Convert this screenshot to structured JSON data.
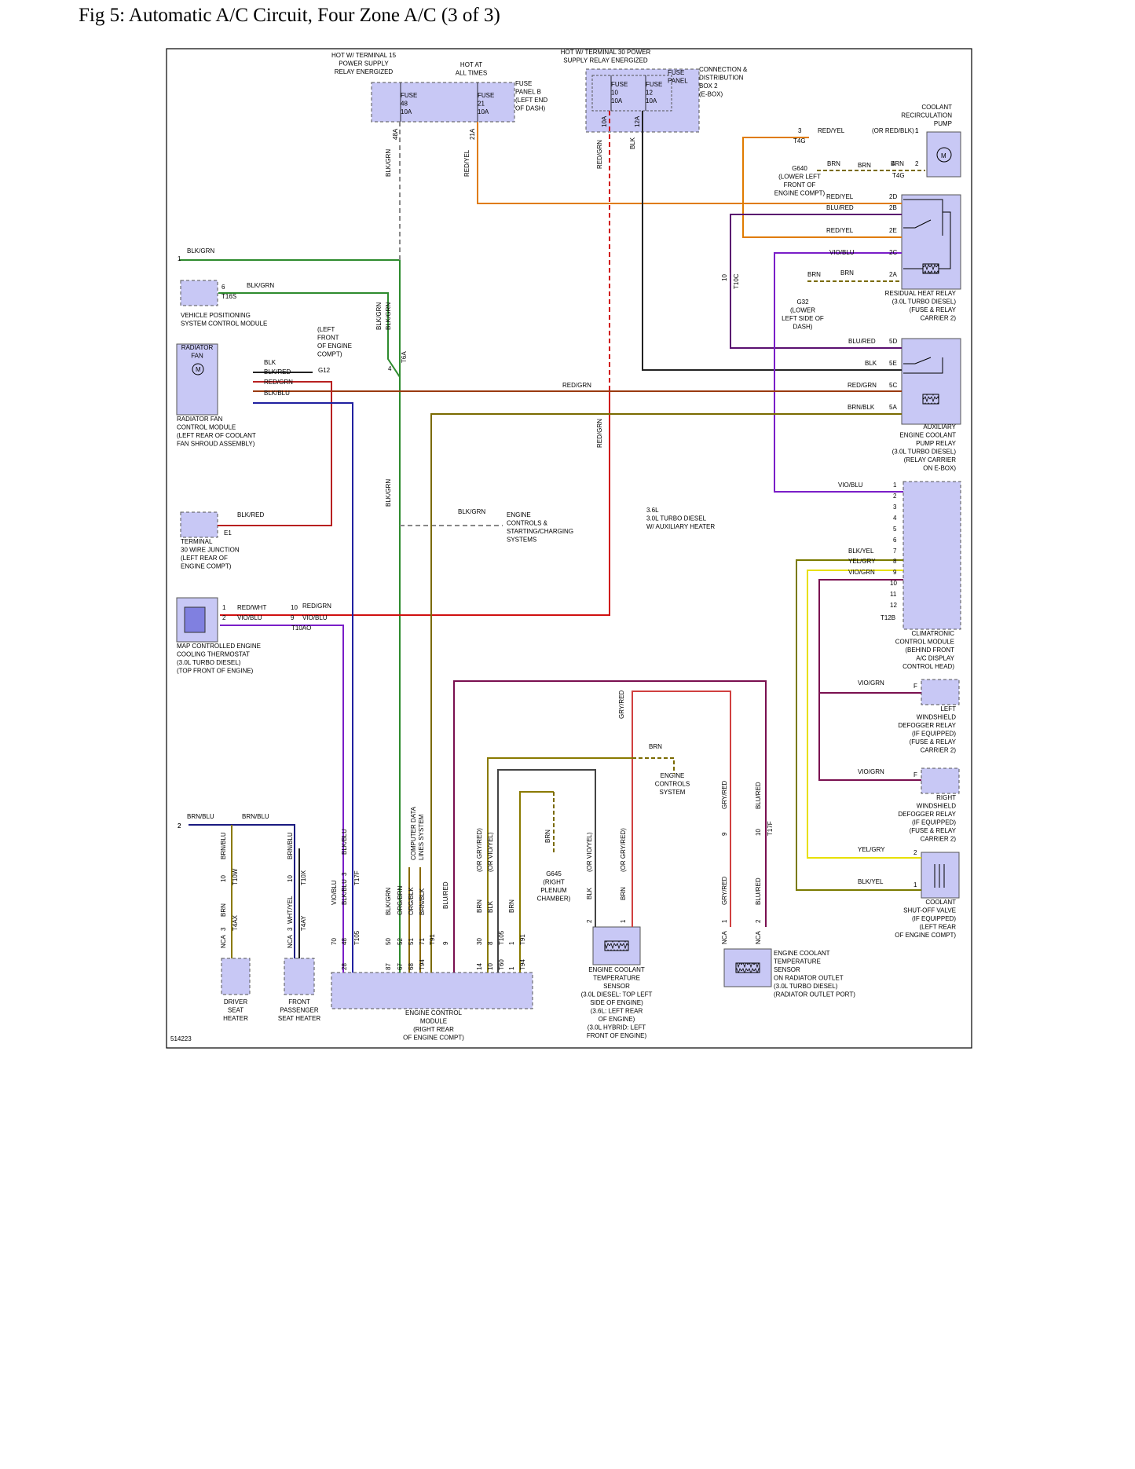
{
  "title": "Fig 5: Automatic A/C Circuit, Four Zone A/C (3 of 3)",
  "figure_id": "514223",
  "colors": {
    "green": "#2e8b2e",
    "gray": "#707070",
    "orange": "#e07b00",
    "red": "#d01010",
    "redgrn": "#9a3a10",
    "blue": "#2020a0",
    "violet": "#7a1ec8",
    "olive": "#8a7a00",
    "yellow": "#e8e000",
    "black": "#222222",
    "component": "#c8c8f5",
    "brown": "#7a4a10"
  },
  "labels": {
    "hot15": [
      "HOT W/ TERMINAL 15",
      "POWER SUPPLY",
      "RELAY ENERGIZED"
    ],
    "hotat": [
      "HOT AT",
      "ALL TIMES"
    ],
    "hot30": [
      "HOT W/ TERMINAL 30 POWER",
      "SUPPLY RELAY ENERGIZED"
    ],
    "fusepanelb": [
      "FUSE",
      "PANEL B",
      "(LEFT END",
      "OF DASH)"
    ],
    "fuse48": [
      "FUSE",
      "48",
      "10A"
    ],
    "fuse21": [
      "FUSE",
      "21",
      "10A"
    ],
    "fuse10": [
      "FUSE",
      "10",
      "10A"
    ],
    "fuse12": [
      "FUSE",
      "12",
      "10A"
    ],
    "fusepanel": [
      "FUSE",
      "PANEL"
    ],
    "ebox": [
      "CONNECTION &",
      "DISTRIBUTION",
      "BOX 2",
      "(E-BOX)"
    ],
    "coolantpump": [
      "COOLANT",
      "RECIRCULATION",
      "PUMP"
    ],
    "g640": [
      "G640",
      "(LOWER LEFT",
      "FRONT OF",
      "ENGINE COMPT)"
    ],
    "residual": [
      "RESIDUAL HEAT RELAY",
      "(3.0L TURBO DIESEL)",
      "(FUSE & RELAY",
      "CARRIER 2)"
    ],
    "g32": [
      "G32",
      "(LOWER",
      "LEFT SIDE OF",
      "DASH)"
    ],
    "vpscm": [
      "VEHICLE POSITIONING",
      "SYSTEM CONTROL MODULE"
    ],
    "leftfront": [
      "(LEFT",
      "FRONT",
      "OF ENGINE",
      "COMPT)"
    ],
    "radfanbox": [
      "RADIATOR",
      "FAN"
    ],
    "radfan": [
      "RADIATOR FAN",
      "CONTROL MODULE",
      "(LEFT REAR OF COOLANT",
      "FAN SHROUD ASSEMBLY)"
    ],
    "aux": [
      "AUXILIARY",
      "ENGINE COOLANT",
      "PUMP RELAY",
      "(3.0L TURBO DIESEL)",
      "(RELAY CARRIER",
      "ON E-BOX)"
    ],
    "terminal30": [
      "TERMINAL",
      "30 WIRE JUNCTION",
      "(LEFT REAR OF",
      "ENGINE COMPT)"
    ],
    "enginecontrols1": [
      "ENGINE",
      "CONTROLS &",
      "STARTING/CHARGING",
      "SYSTEMS"
    ],
    "notes": [
      "3.6L",
      "3.0L TURBO DIESEL",
      "W/ AUXILIARY HEATER"
    ],
    "climatronic": [
      "CLIMATRONIC",
      "CONTROL MODULE",
      "(BEHIND FRONT",
      "A/C DISPLAY",
      "CONTROL HEAD)"
    ],
    "mapthermo": [
      "MAP CONTROLLED ENGINE",
      "COOLING THERMOSTAT",
      "(3.0L TURBO DIESEL)",
      "(TOP FRONT OF ENGINE)"
    ],
    "leftdefog": [
      "LEFT",
      "WINDSHIELD",
      "DEFOGGER RELAY",
      "(IF EQUIPPED)",
      "(FUSE & RELAY",
      "CARRIER 2)"
    ],
    "rightdefog": [
      "RIGHT",
      "WINDSHIELD",
      "DEFOGGER RELAY",
      "(IF EQUIPPED)",
      "(FUSE & RELAY",
      "CARRIER 2)"
    ],
    "enginecontrols2": [
      "ENGINE",
      "CONTROLS",
      "SYSTEM"
    ],
    "cdl": [
      "COMPUTER DATA",
      "LINES SYSTEM"
    ],
    "g645": [
      "G645",
      "(RIGHT",
      "PLENUM",
      "CHAMBER)"
    ],
    "shutoff": [
      "COOLANT",
      "SHUT-OFF VALVE",
      "(IF EQUIPPED)",
      "(LEFT REAR",
      "OF ENGINE COMPT)"
    ],
    "ects": [
      "ENGINE COOLANT",
      "TEMPERATURE",
      "SENSOR",
      "(3.0L DIESEL: TOP LEFT",
      "SIDE OF ENGINE)",
      "(3.6L: LEFT REAR",
      "OF ENGINE)",
      "(3.0L HYBRID: LEFT",
      "FRONT OF ENGINE)"
    ],
    "ectsrad": [
      "ENGINE COOLANT",
      "TEMPERATURE",
      "SENSOR",
      "ON RADIATOR OUTLET",
      "(3.0L TURBO DIESEL)",
      "(RADIATOR OUTLET PORT)"
    ],
    "driverseat": [
      "DRIVER",
      "SEAT",
      "HEATER"
    ],
    "passseat": [
      "FRONT",
      "PASSENGER",
      "SEAT HEATER"
    ],
    "ecm": [
      "ENGINE CONTROL",
      "MODULE",
      "(RIGHT REAR",
      "OF ENGINE COMPT)"
    ]
  },
  "wire_labels": [
    {
      "id": "w1",
      "text": "BLK/GRN"
    },
    {
      "id": "w2",
      "text": "BLK/GRN"
    },
    {
      "id": "w3",
      "text": "RED/YEL"
    },
    {
      "id": "w4",
      "text": "RED/GRN"
    },
    {
      "id": "w5",
      "text": "BLK"
    },
    {
      "id": "w6",
      "text": "RED/YEL"
    },
    {
      "id": "w7",
      "text": "(OR RED/BLK)"
    },
    {
      "id": "w8",
      "text": "BRN"
    },
    {
      "id": "w9",
      "text": "BRN"
    },
    {
      "id": "w10",
      "text": "BRN"
    },
    {
      "id": "w11",
      "text": "RED/YEL"
    },
    {
      "id": "w12",
      "text": "BLU/RED"
    },
    {
      "id": "w13",
      "text": "RED/YEL"
    },
    {
      "id": "w14",
      "text": "VIO/BLU"
    },
    {
      "id": "w15",
      "text": "BRN"
    },
    {
      "id": "w16",
      "text": "BRN"
    },
    {
      "id": "w17",
      "text": "BLK/GRN"
    },
    {
      "id": "w18",
      "text": "BLK/GRN"
    },
    {
      "id": "w19",
      "text": "BLK/GRN"
    },
    {
      "id": "w20",
      "text": "BLK/GRN"
    },
    {
      "id": "w21",
      "text": "BLK"
    },
    {
      "id": "w22",
      "text": "BLK/RED"
    },
    {
      "id": "w23",
      "text": "RED/GRN"
    },
    {
      "id": "w24",
      "text": "BLK/BLU"
    },
    {
      "id": "w25",
      "text": "RED/GRN"
    },
    {
      "id": "w26",
      "text": "BLU/RED"
    },
    {
      "id": "w27",
      "text": "BLK"
    },
    {
      "id": "w28",
      "text": "RED/GRN"
    },
    {
      "id": "w29",
      "text": "BRN/BLK"
    },
    {
      "id": "w30",
      "text": "VIO/BLU"
    },
    {
      "id": "w31",
      "text": "BLK/GRN"
    },
    {
      "id": "w32",
      "text": "BLK/RED"
    },
    {
      "id": "w33",
      "text": "BLK/GRN"
    },
    {
      "id": "w34",
      "text": "RED/GRN"
    },
    {
      "id": "w35",
      "text": "RED/WHT"
    },
    {
      "id": "w36",
      "text": "RED/GRN"
    },
    {
      "id": "w37",
      "text": "VIO/BLU"
    },
    {
      "id": "w38",
      "text": "VIO/BLU"
    },
    {
      "id": "w39",
      "text": "BLK/YEL"
    },
    {
      "id": "w40",
      "text": "YEL/GRY"
    },
    {
      "id": "w41",
      "text": "VIO/GRN"
    },
    {
      "id": "w42",
      "text": "GRY/RED"
    },
    {
      "id": "w43",
      "text": "VIO/GRN"
    },
    {
      "id": "w44",
      "text": "BRN"
    },
    {
      "id": "w45",
      "text": "VIO/GRN"
    },
    {
      "id": "w46",
      "text": "BRN/BLU"
    },
    {
      "id": "w47",
      "text": "BRN/BLU"
    },
    {
      "id": "w48",
      "text": "YEL/GRY"
    },
    {
      "id": "w49",
      "text": "BLK/YEL"
    },
    {
      "id": "w50",
      "text": "BRN/BLU"
    },
    {
      "id": "w51",
      "text": "BRN/BLU"
    },
    {
      "id": "w52",
      "text": "BRN"
    },
    {
      "id": "w53",
      "text": "WHT/YEL"
    },
    {
      "id": "w54",
      "text": "NCA"
    },
    {
      "id": "w55",
      "text": "NCA"
    },
    {
      "id": "w56",
      "text": "VIO/BLU"
    },
    {
      "id": "w57",
      "text": "BLK/BLU"
    },
    {
      "id": "w58",
      "text": "BLK/BLU"
    },
    {
      "id": "w59",
      "text": "BLK/GRN"
    },
    {
      "id": "w60",
      "text": "ORG/BRN"
    },
    {
      "id": "w61",
      "text": "ORG/BLK"
    },
    {
      "id": "w62",
      "text": "BRN/BLK"
    },
    {
      "id": "w63",
      "text": "BLU/RED"
    },
    {
      "id": "w64",
      "text": "BRN"
    },
    {
      "id": "w65",
      "text": "BLK"
    },
    {
      "id": "w66",
      "text": "BRN"
    },
    {
      "id": "w67",
      "text": "(OR GRY/RED)"
    },
    {
      "id": "w68",
      "text": "(OR VIO/YEL)"
    },
    {
      "id": "w69",
      "text": "BRN"
    },
    {
      "id": "w70",
      "text": "BLK"
    },
    {
      "id": "w71",
      "text": "(OR VIO/YEL)"
    },
    {
      "id": "w72",
      "text": "BRN"
    },
    {
      "id": "w73",
      "text": "(OR GRY/RED)"
    },
    {
      "id": "w74",
      "text": "GRY/RED"
    },
    {
      "id": "w75",
      "text": "BLU/RED"
    },
    {
      "id": "w76",
      "text": "GRY/RED"
    },
    {
      "id": "w77",
      "text": "BLU/RED"
    },
    {
      "id": "w78",
      "text": "NCA"
    },
    {
      "id": "w79",
      "text": "NCA"
    },
    {
      "id": "w80",
      "text": "GRY/RED"
    },
    {
      "id": "w81",
      "text": "NCA"
    },
    {
      "id": "w82",
      "text": "NCA"
    },
    {
      "id": "w83",
      "text": "NCA"
    },
    {
      "id": "w84",
      "text": "NCA"
    },
    {
      "id": "w85",
      "text": "BLU/RED"
    }
  ],
  "pins": [
    {
      "id": "p1",
      "text": "48A"
    },
    {
      "id": "p2",
      "text": "21A"
    },
    {
      "id": "p3",
      "text": "10A"
    },
    {
      "id": "p4",
      "text": "12A"
    },
    {
      "id": "p5",
      "text": "3"
    },
    {
      "id": "p6",
      "text": "T4G"
    },
    {
      "id": "p7",
      "text": "1"
    },
    {
      "id": "p8",
      "text": "4"
    },
    {
      "id": "p9",
      "text": "2"
    },
    {
      "id": "p10",
      "text": "T4G"
    },
    {
      "id": "p11",
      "text": "2D"
    },
    {
      "id": "p12",
      "text": "2B"
    },
    {
      "id": "p13",
      "text": "2E"
    },
    {
      "id": "p14",
      "text": "2C"
    },
    {
      "id": "p15",
      "text": "2A"
    },
    {
      "id": "p16",
      "text": "10"
    },
    {
      "id": "p17",
      "text": "T10C"
    },
    {
      "id": "p18",
      "text": "1"
    },
    {
      "id": "p19",
      "text": "6"
    },
    {
      "id": "p20",
      "text": "T16S"
    },
    {
      "id": "p21",
      "text": "4"
    },
    {
      "id": "p22",
      "text": "T6A"
    },
    {
      "id": "p23",
      "text": "G12"
    },
    {
      "id": "p24",
      "text": "5D"
    },
    {
      "id": "p25",
      "text": "5E"
    },
    {
      "id": "p26",
      "text": "5C"
    },
    {
      "id": "p27",
      "text": "5A"
    },
    {
      "id": "p28",
      "text": "E1"
    },
    {
      "id": "p29",
      "text": "1"
    },
    {
      "id": "p30",
      "text": "2"
    },
    {
      "id": "p31",
      "text": "3"
    },
    {
      "id": "p32",
      "text": "4"
    },
    {
      "id": "p33",
      "text": "5"
    },
    {
      "id": "p34",
      "text": "6"
    },
    {
      "id": "p35",
      "text": "7"
    },
    {
      "id": "p36",
      "text": "8"
    },
    {
      "id": "p37",
      "text": "9"
    },
    {
      "id": "p38",
      "text": "10"
    },
    {
      "id": "p39",
      "text": "11"
    },
    {
      "id": "p40",
      "text": "12"
    },
    {
      "id": "p41",
      "text": "T12B"
    },
    {
      "id": "p42",
      "text": "1"
    },
    {
      "id": "p43",
      "text": "10"
    },
    {
      "id": "p44",
      "text": "2"
    },
    {
      "id": "p45",
      "text": "9"
    },
    {
      "id": "p46",
      "text": "T10AO"
    },
    {
      "id": "p47",
      "text": "F"
    },
    {
      "id": "p48",
      "text": "F"
    },
    {
      "id": "p49",
      "text": "2"
    },
    {
      "id": "p50",
      "text": "1"
    },
    {
      "id": "p51",
      "text": "2"
    },
    {
      "id": "p52",
      "text": "10"
    },
    {
      "id": "p53",
      "text": "T10W"
    },
    {
      "id": "p54",
      "text": "3"
    },
    {
      "id": "p55",
      "text": "T4AX"
    },
    {
      "id": "p56",
      "text": "10"
    },
    {
      "id": "p57",
      "text": "T10X"
    },
    {
      "id": "p58",
      "text": "3"
    },
    {
      "id": "p59",
      "text": "T4AY"
    },
    {
      "id": "p60",
      "text": "3"
    },
    {
      "id": "p61",
      "text": "T17F"
    },
    {
      "id": "p62",
      "text": "9"
    },
    {
      "id": "p63",
      "text": "10"
    },
    {
      "id": "p64",
      "text": "T17F"
    },
    {
      "id": "p65",
      "text": "70"
    },
    {
      "id": "p66",
      "text": "48"
    },
    {
      "id": "p67",
      "text": "T105"
    },
    {
      "id": "p68",
      "text": "50"
    },
    {
      "id": "p69",
      "text": "52"
    },
    {
      "id": "p70",
      "text": "51"
    },
    {
      "id": "p71",
      "text": "71"
    },
    {
      "id": "p72",
      "text": "T91"
    },
    {
      "id": "p73",
      "text": "9"
    },
    {
      "id": "p74",
      "text": "30"
    },
    {
      "id": "p75",
      "text": "8"
    },
    {
      "id": "p76",
      "text": "T105"
    },
    {
      "id": "p77",
      "text": "1"
    },
    {
      "id": "p78",
      "text": "T91"
    },
    {
      "id": "p79",
      "text": "28"
    },
    {
      "id": "p80",
      "text": "87"
    },
    {
      "id": "p81",
      "text": "67"
    },
    {
      "id": "p82",
      "text": "68"
    },
    {
      "id": "p83",
      "text": "T94"
    },
    {
      "id": "p84",
      "text": "14"
    },
    {
      "id": "p85",
      "text": "10"
    },
    {
      "id": "p86",
      "text": "T60"
    },
    {
      "id": "p87",
      "text": "1"
    },
    {
      "id": "p88",
      "text": "T94"
    },
    {
      "id": "p89",
      "text": "2"
    },
    {
      "id": "p90",
      "text": "1"
    },
    {
      "id": "p91",
      "text": "1"
    },
    {
      "id": "p92",
      "text": "2"
    }
  ],
  "left_numbers": [
    "1",
    "2"
  ],
  "motor_symbol": "M"
}
